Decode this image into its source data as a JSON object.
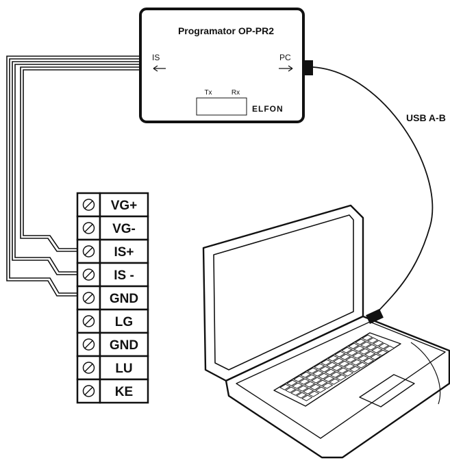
{
  "programmer": {
    "title": "Programator OP-PR2",
    "port_left": "IS",
    "port_right": "PC",
    "led_tx": "Tx",
    "led_rx": "Rx",
    "brand": "ELFON"
  },
  "cable": {
    "label": "USB A-B"
  },
  "terminal": {
    "rows": [
      "VG+",
      "VG-",
      "IS+",
      "IS -",
      "GND",
      "LG",
      "GND",
      "LU",
      "KE"
    ],
    "screw_icon": "screw-terminal-icon"
  },
  "laptop": {
    "icon": "laptop-icon"
  },
  "colors": {
    "line": "#111111",
    "background": "#ffffff"
  }
}
